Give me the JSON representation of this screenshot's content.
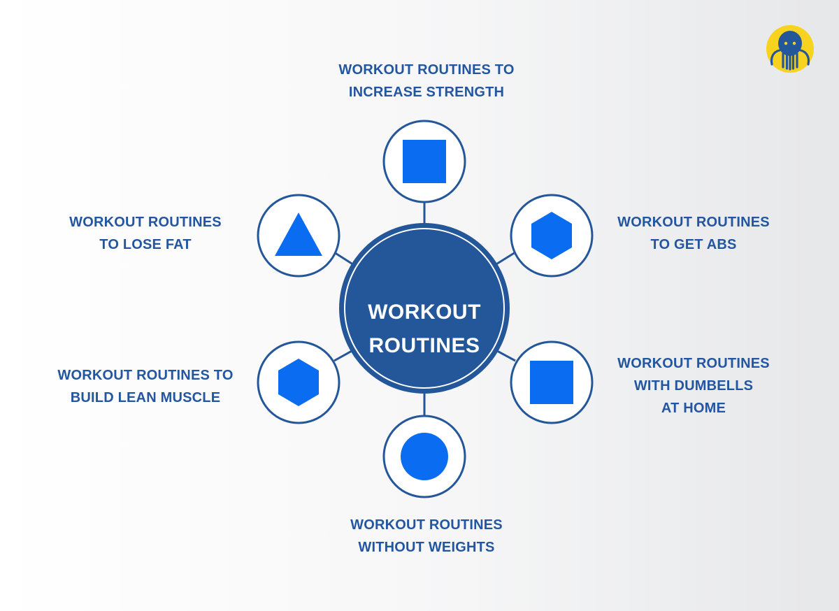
{
  "center": {
    "title": "WORKOUT\nROUTINES"
  },
  "nodes": [
    {
      "id": "strength",
      "label": "WORKOUT ROUTINES TO\nINCREASE STRENGTH",
      "icon": "square-icon"
    },
    {
      "id": "abs",
      "label": "WORKOUT ROUTINES\nTO GET ABS",
      "icon": "hexagon-icon"
    },
    {
      "id": "dumbbells",
      "label": "WORKOUT ROUTINES\nWITH DUMBELLS\nAT HOME",
      "icon": "square-icon"
    },
    {
      "id": "no-weights",
      "label": "WORKOUT ROUTINES\nWITHOUT WEIGHTS",
      "icon": "circle-icon"
    },
    {
      "id": "lean-muscle",
      "label": "WORKOUT ROUTINES TO\nBUILD LEAN MUSCLE",
      "icon": "hexagon-icon"
    },
    {
      "id": "lose-fat",
      "label": "WORKOUT ROUTINES\nTO LOSE FAT",
      "icon": "triangle-icon"
    }
  ],
  "colors": {
    "hub_fill": "#24569a",
    "node_stroke": "#24569a",
    "icon_fill": "#0a6cf0",
    "text": "#2356a0",
    "logo_yellow": "#f7d21e",
    "logo_body": "#24569a"
  },
  "logo_icon": "octopus-logo-icon"
}
